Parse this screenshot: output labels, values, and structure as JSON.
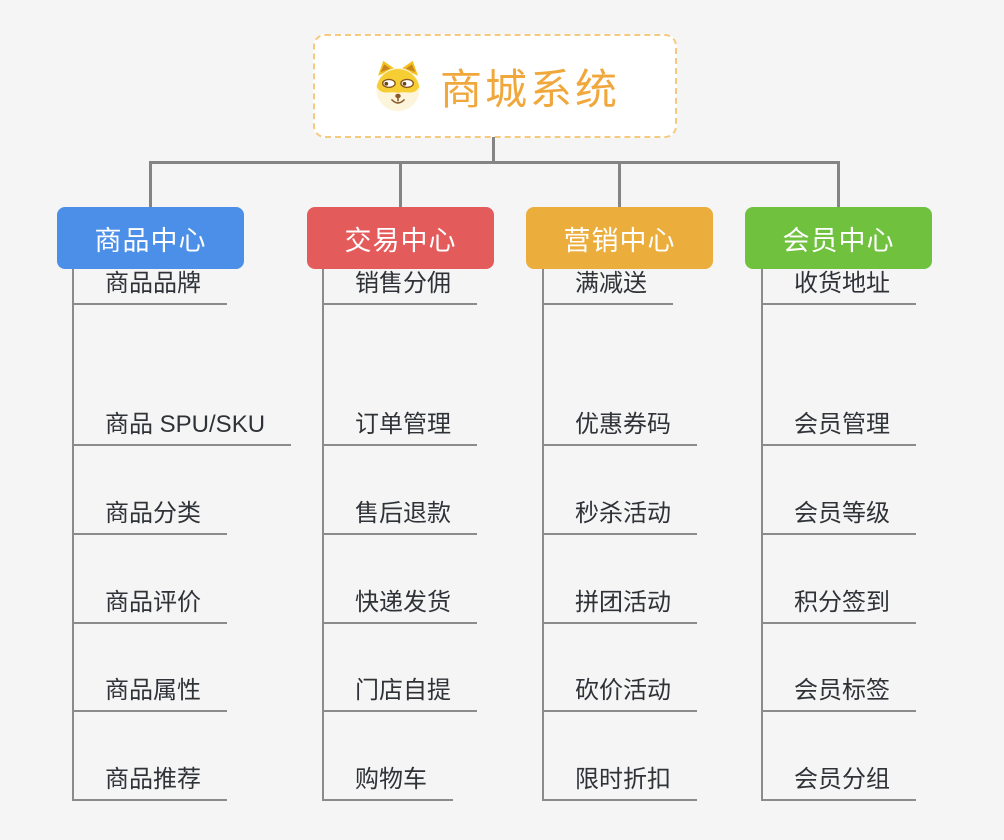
{
  "root": {
    "title": "商城系统",
    "icon": "doge-face-icon",
    "title_color": "#f0a73c",
    "border_color": "#f6ca7e"
  },
  "connector_color": "#848484",
  "branches": [
    {
      "label": "商品中心",
      "color": "#4b8fe8",
      "children": [
        "商品 SPU/SKU",
        "商品分类",
        "商品评价",
        "商品属性",
        "商品推荐",
        "商品品牌"
      ]
    },
    {
      "label": "交易中心",
      "color": "#e45b5b",
      "children": [
        "订单管理",
        "售后退款",
        "快递发货",
        "门店自提",
        "购物车",
        "销售分佣"
      ]
    },
    {
      "label": "营销中心",
      "color": "#ebae3c",
      "children": [
        "优惠券码",
        "秒杀活动",
        "拼团活动",
        "砍价活动",
        "限时折扣",
        "满减送"
      ]
    },
    {
      "label": "会员中心",
      "color": "#6fc13e",
      "children": [
        "会员管理",
        "会员等级",
        "积分签到",
        "会员标签",
        "会员分组",
        "收货地址"
      ]
    }
  ]
}
